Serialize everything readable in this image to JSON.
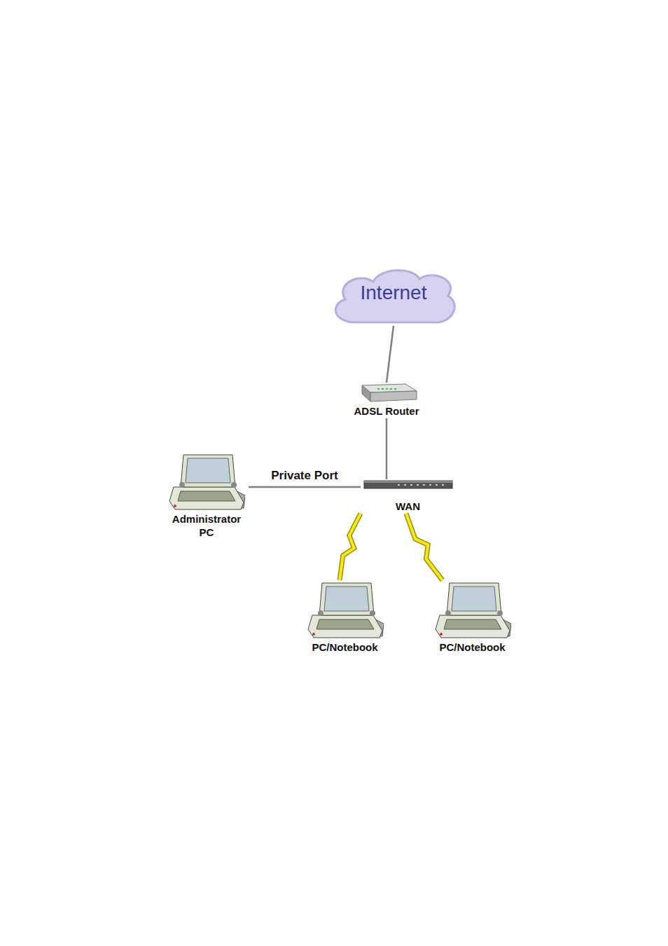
{
  "diagram": {
    "nodes": [
      {
        "text": [
          "Internet"
        ]
      },
      {
        "text": [
          "ADSL Router"
        ]
      },
      {
        "text": [
          "WAN"
        ]
      },
      {
        "text": [
          "Administrator PC"
        ]
      },
      {
        "text": [
          "PC/Notebook"
        ]
      },
      {
        "text": [
          "PC/Notebook"
        ]
      }
    ],
    "edges": [
      {
        "from": 0,
        "to": 1,
        "arrow": "none"
      },
      {
        "from": 1,
        "to": 2,
        "arrow": "none"
      },
      {
        "from": 3,
        "to": 2,
        "label": "Private Port",
        "arrow": "none"
      },
      {
        "from": 2,
        "to": 4,
        "arrow": "none"
      },
      {
        "from": 2,
        "to": 5,
        "arrow": "none"
      }
    ]
  }
}
